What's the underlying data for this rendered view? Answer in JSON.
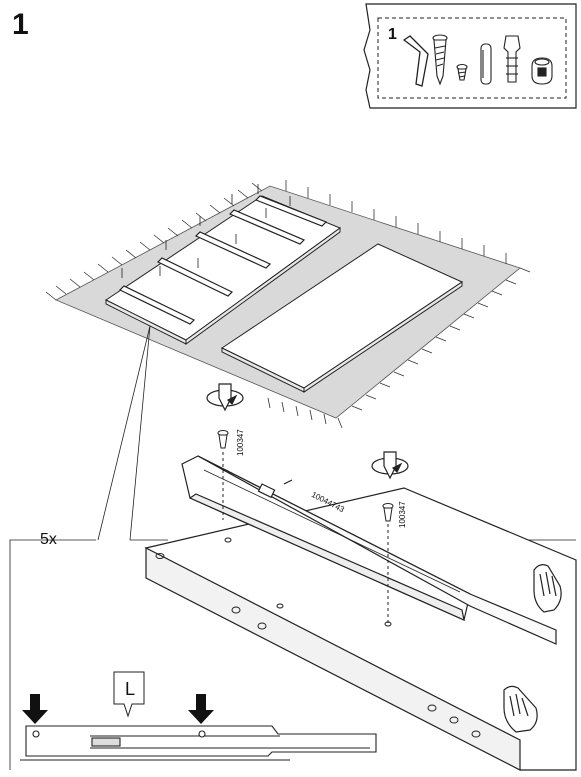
{
  "step": {
    "number": "1"
  },
  "parts_box": {
    "count_label": "1"
  },
  "screw_part_number": "100347",
  "rail_part_number": "10044743",
  "quantity_label": "5x",
  "rail_side_label": "L",
  "icons": [
    "allen-key-icon",
    "screw-icon",
    "small-screw-icon",
    "dowel-icon",
    "wall-plug-icon",
    "cam-lock-icon",
    "screwdriver-rotate-icon",
    "hand-press-icon",
    "arrow-down-icon"
  ]
}
